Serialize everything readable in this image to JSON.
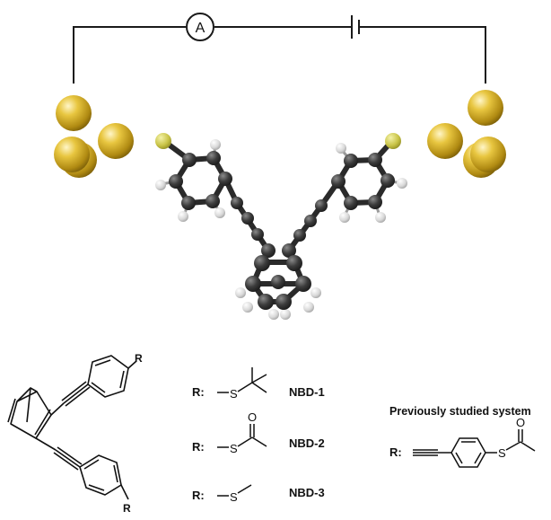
{
  "circuit": {
    "ammeter_symbol": "A"
  },
  "structure_labels": {
    "substituent": "R"
  },
  "substituents": [
    {
      "prefix": "R:",
      "name": "NBD-1"
    },
    {
      "prefix": "R:",
      "name": "NBD-2"
    },
    {
      "prefix": "R:",
      "name": "NBD-3"
    }
  ],
  "atom_labels": {
    "sulfur": "S",
    "oxygen": "O"
  },
  "previous": {
    "title": "Previously studied system",
    "prefix": "R:"
  },
  "colors": {
    "gold": "#e3c03a",
    "carbon": "#3a3a3a",
    "hydrogen": "#e4e4e4",
    "sulfur": "#c8c44a",
    "wire": "#1a1a1a"
  }
}
